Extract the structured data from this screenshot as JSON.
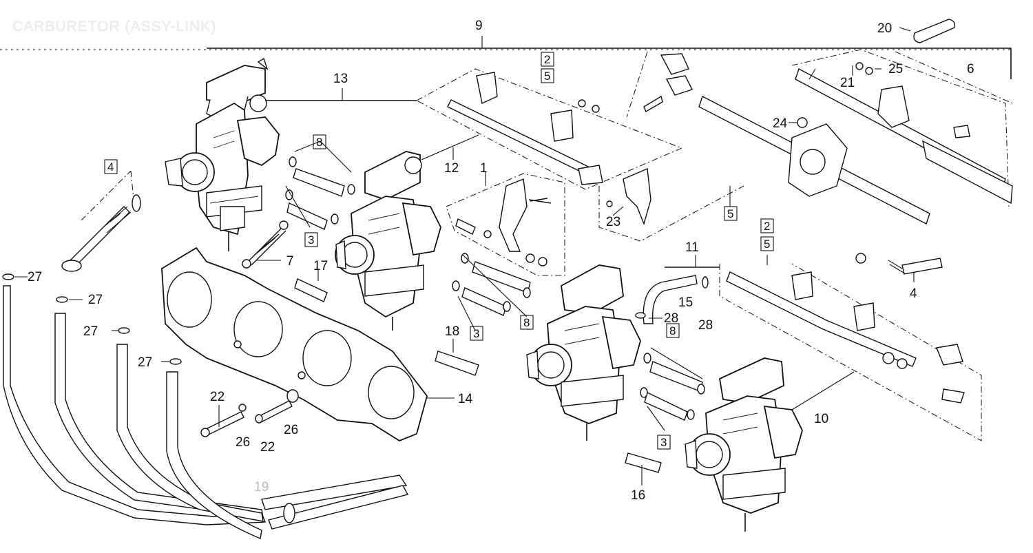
{
  "title": "CARBURETOR (ASSY-LINK)",
  "callouts": {
    "p1": "1",
    "p4a": "4",
    "p4b": "4",
    "p6": "6",
    "p7": "7",
    "p8a": "8",
    "p8b": "8",
    "p8c": "8",
    "p9": "9",
    "p10": "10",
    "p11": "11",
    "p12": "12",
    "p13": "13",
    "p14": "14",
    "p15": "15",
    "p16": "16",
    "p17": "17",
    "p18": "18",
    "p19": "19",
    "p20": "20",
    "p21": "21",
    "p22a": "22",
    "p22b": "22",
    "p23": "23",
    "p24": "24",
    "p25": "25",
    "p26a": "26",
    "p26b": "26",
    "p27a": "27",
    "p27b": "27",
    "p27c": "27",
    "p27d": "27",
    "p28a": "28",
    "p28b": "28"
  },
  "boxed_callouts": {
    "b2a": "2",
    "b5a": "5",
    "b5b": "5",
    "b2b": "2",
    "b5c": "5",
    "b3a": "3",
    "b3b": "3",
    "b3c": "3"
  }
}
